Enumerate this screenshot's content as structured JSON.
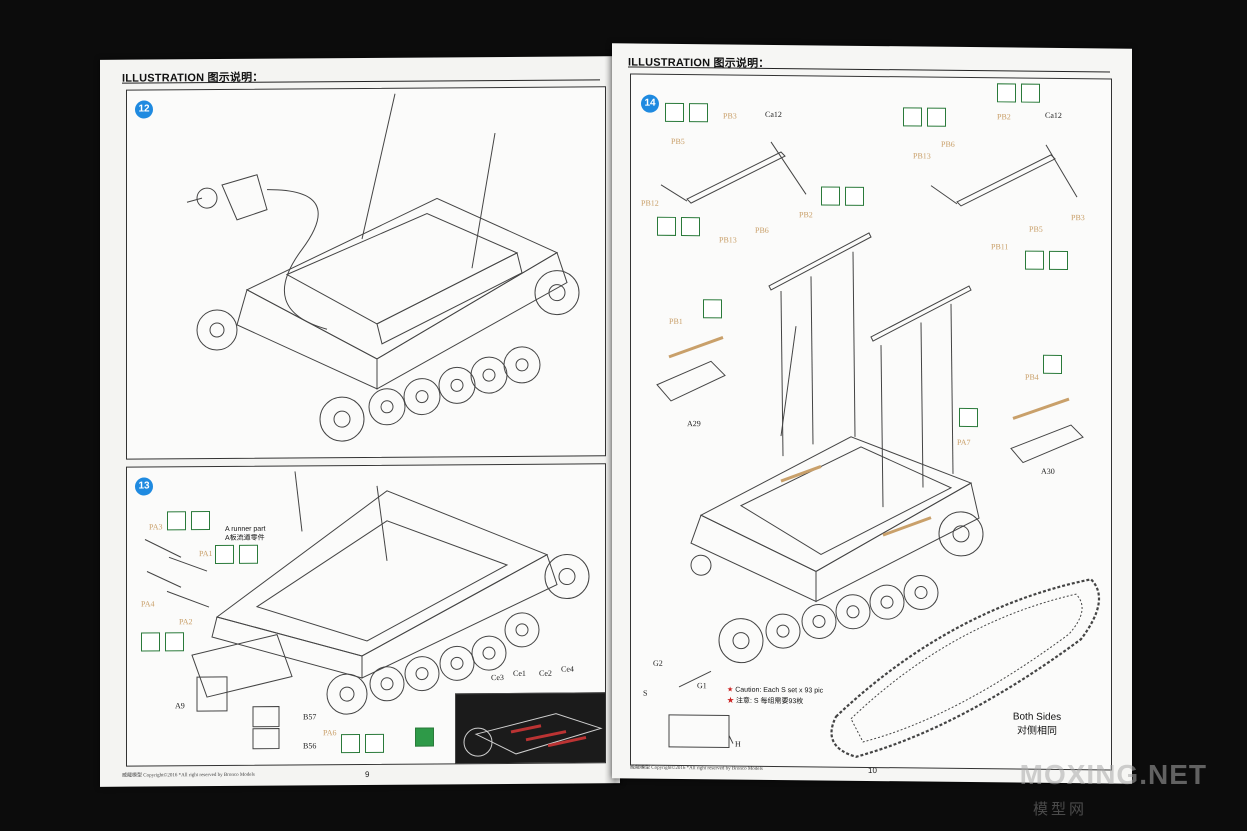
{
  "left_page": {
    "header": "ILLUSTRATION 图示说明：",
    "footer": "威龍模型   Copyright©2016   *All right reserved by Bronco Models",
    "page_number": "9",
    "step12": {
      "number": "12"
    },
    "step13": {
      "number": "13",
      "runner_note_en": "A runner part",
      "runner_note_cn": "A板流道零件",
      "labels": [
        "PA3",
        "PA1",
        "PA4",
        "PA2",
        "A9",
        "B57",
        "B56",
        "PA6"
      ],
      "photo_labels": [
        "Ce3",
        "Ce1",
        "Ce2",
        "Ce4"
      ]
    }
  },
  "right_page": {
    "header": "ILLUSTRATION 图示说明：",
    "footer": "威龍模型   Copyright©2016   *All right reserved by Bronco Models",
    "page_number": "10",
    "step14": {
      "number": "14",
      "labels_left": [
        "PB3",
        "Ca12",
        "PB5",
        "PB12",
        "PB2",
        "PB13",
        "PB6"
      ],
      "labels_right": [
        "PB2",
        "Ca12",
        "PB13",
        "PB6",
        "PB3",
        "PB5",
        "PB11"
      ],
      "labels_misc": [
        "PB1",
        "A29",
        "PB4",
        "A30",
        "PA7",
        "G2",
        "G1",
        "S",
        "H"
      ],
      "caution_en": "Caution: Each S set x 93 pic",
      "caution_cn": "注意: S 每组需要93枚",
      "both_sides_en": "Both Sides",
      "both_sides_cn": "对侧相同"
    }
  },
  "watermark": {
    "main": "MOXING.NET",
    "sub": "模型网"
  },
  "colors": {
    "step_badge": "#1f8ae0",
    "icon_green": "#2a7a3a",
    "pe_tan": "#c9a06a",
    "page": "#f4f4f2",
    "background": "#0c0c0c"
  }
}
